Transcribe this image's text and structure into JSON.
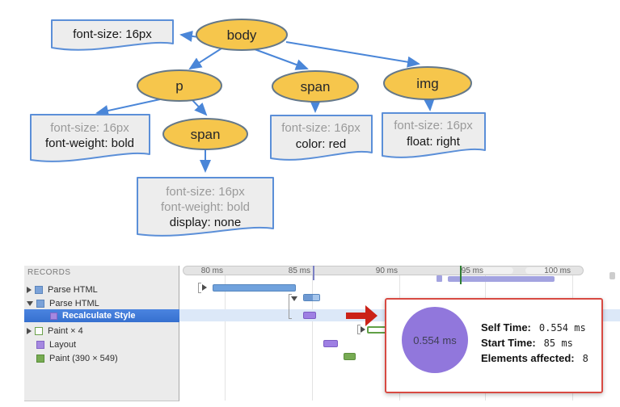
{
  "diagram": {
    "nodes": {
      "body": "body",
      "p": "p",
      "span_mid": "span",
      "img": "img",
      "span_child": "span"
    },
    "boxes": {
      "body_l1": "font-size: 16px",
      "p_l1": "font-size: 16px",
      "p_l2": "font-weight: bold",
      "span_mid_l1": "font-size: 16px",
      "span_mid_l2": "color: red",
      "img_l1": "font-size: 16px",
      "img_l2": "float: right",
      "span_child_l1": "font-size: 16px",
      "span_child_l2": "font-weight: bold",
      "span_child_l3": "display: none"
    },
    "colors": {
      "node_fill": "#f6c64c",
      "node_stroke": "#64788a",
      "box_fill": "#ededed",
      "box_stroke": "#5b8fd8",
      "arrow": "#4a86d8",
      "inherited_text": "#9a9a9a",
      "declared_text": "#161616"
    }
  },
  "timeline": {
    "header": "RECORDS",
    "records": [
      {
        "label": "Parse HTML",
        "icon": "blue-square",
        "expander": "collapsed"
      },
      {
        "label": "Parse HTML",
        "icon": "blue-square",
        "expander": "expanded"
      },
      {
        "label": "Recalculate Style",
        "icon": "purple-square",
        "selected": true
      },
      {
        "label": "Paint × 4",
        "icon": "green-hollow-square",
        "expander": "collapsed"
      },
      {
        "label": "Layout",
        "icon": "purple-square"
      },
      {
        "label": "Paint (390 × 549)",
        "icon": "green-square"
      }
    ],
    "ruler_ticks": [
      "80 ms",
      "85 ms",
      "90 ms",
      "95 ms",
      "100 ms"
    ],
    "popup": {
      "circle_label": "0.554 ms",
      "stats": [
        {
          "label": "Self Time:",
          "value": "0.554 ms"
        },
        {
          "label": "Start Time:",
          "value": "85 ms"
        },
        {
          "label": "Elements affected:",
          "value": "8"
        }
      ]
    },
    "colors": {
      "selection_blue": "#3c78d8",
      "row_highlight": "#dce8f8",
      "parse_bar_blue": "#70a2dd",
      "style_bar_purple": "#9e7fe3",
      "paint_bar_green": "#77ab53",
      "annotation_arrow_red": "#cb2218",
      "popup_border_red": "#d84a42",
      "popup_circle_purple": "#9177dc"
    }
  }
}
